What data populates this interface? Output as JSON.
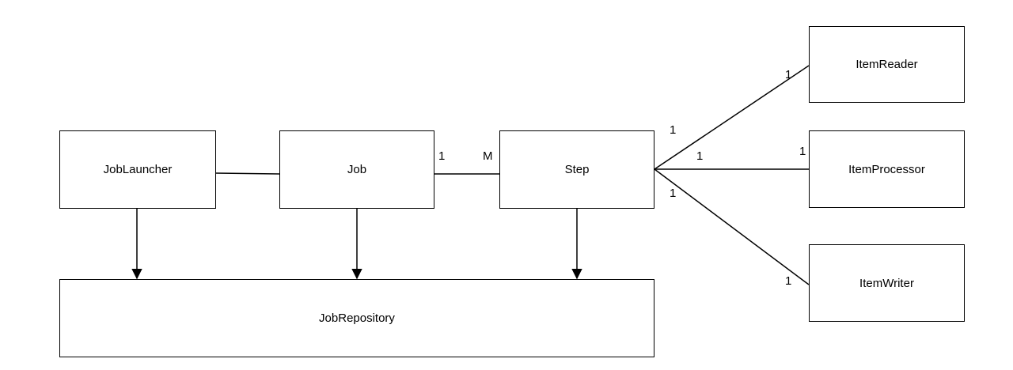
{
  "diagram": {
    "nodes": {
      "job_launcher": "JobLauncher",
      "job": "Job",
      "step": "Step",
      "job_repository": "JobRepository",
      "item_reader": "ItemReader",
      "item_processor": "ItemProcessor",
      "item_writer": "ItemWriter"
    },
    "multiplicities": {
      "job_step_job_end": "1",
      "job_step_step_end": "M",
      "step_reader_step_end": "1",
      "step_reader_reader_end": "1",
      "step_processor_step_end": "1",
      "step_processor_processor_end": "1",
      "step_writer_step_end": "1",
      "step_writer_writer_end": "1"
    },
    "colors": {
      "stroke": "#000000",
      "fill": "#ffffff"
    }
  }
}
